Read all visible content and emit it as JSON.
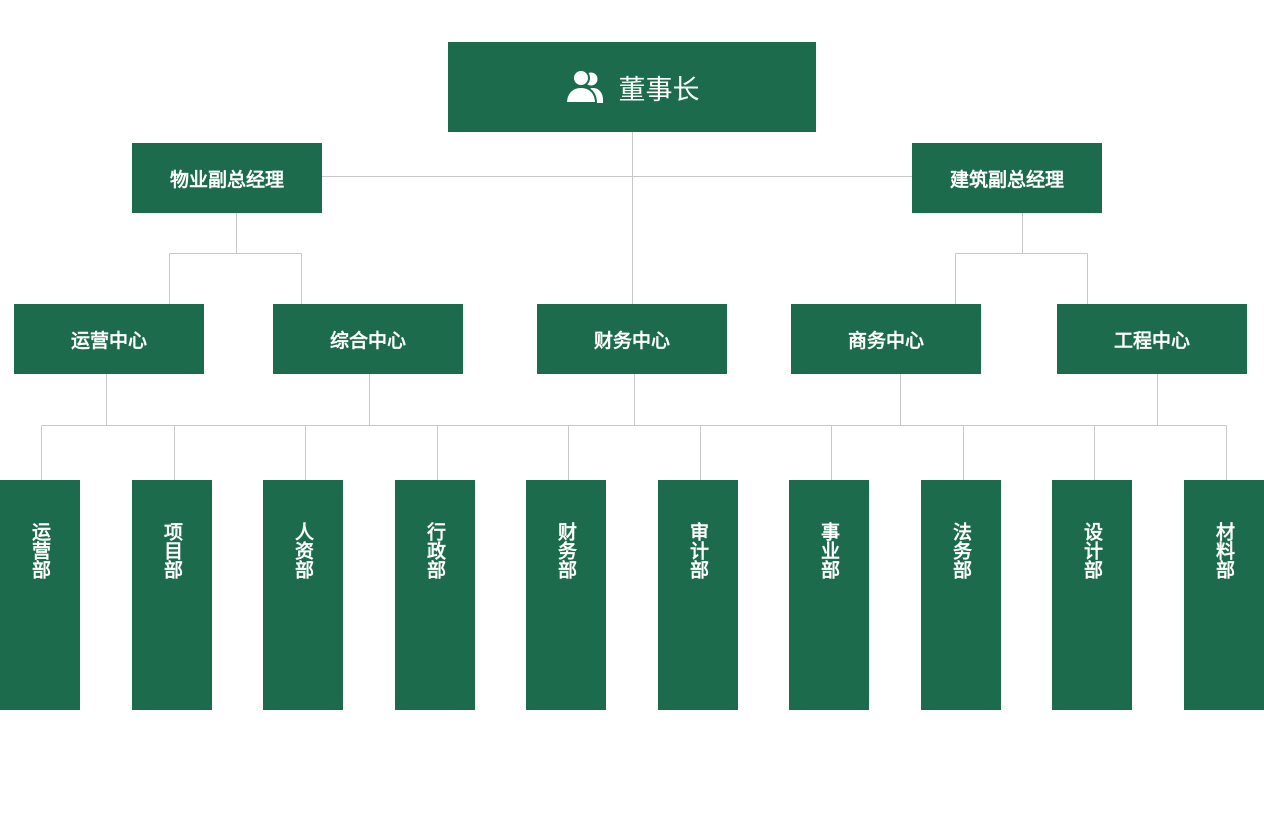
{
  "colors": {
    "box": "#1b6b4c",
    "text": "#ffffff",
    "line": "#c8c8c8"
  },
  "chairman": {
    "label": "董事长",
    "icon": "users-icon"
  },
  "vice_managers": [
    {
      "label": "物业副总经理"
    },
    {
      "label": "建筑副总经理"
    }
  ],
  "centers": [
    {
      "label": "运营中心"
    },
    {
      "label": "综合中心"
    },
    {
      "label": "财务中心"
    },
    {
      "label": "商务中心"
    },
    {
      "label": "工程中心"
    }
  ],
  "departments": [
    {
      "label": "运营部"
    },
    {
      "label": "项目部"
    },
    {
      "label": "人资部"
    },
    {
      "label": "行政部"
    },
    {
      "label": "财务部"
    },
    {
      "label": "审计部"
    },
    {
      "label": "事业部"
    },
    {
      "label": "法务部"
    },
    {
      "label": "设计部"
    },
    {
      "label": "材料部"
    }
  ]
}
